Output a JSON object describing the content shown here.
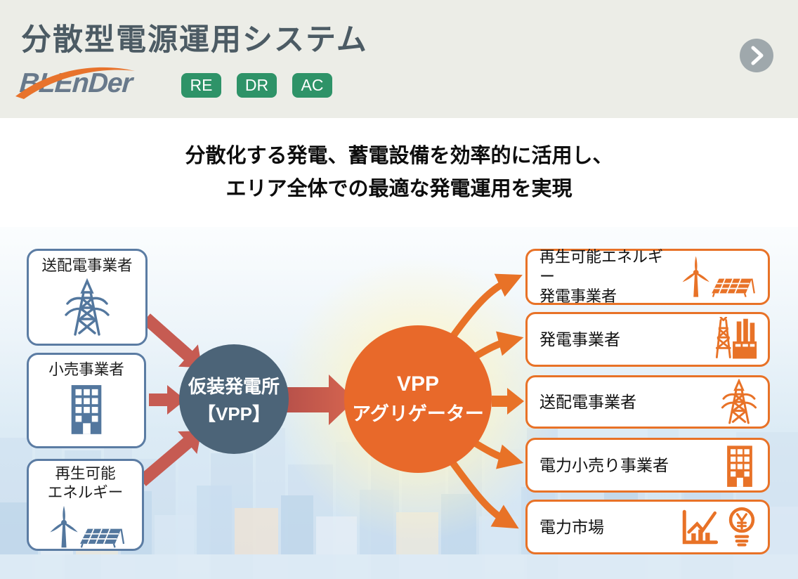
{
  "header": {
    "title": "分散型電源運用システム",
    "logo_text": "BLEnDer",
    "badges": [
      "RE",
      "DR",
      "AC"
    ],
    "colors": {
      "background": "#ECEDE7",
      "title": "#4C5B64",
      "badge_green": "#2E9368",
      "logo_gray": "#68798B",
      "logo_orange": "#E8732C"
    }
  },
  "intro": {
    "line1": "分散化する発電、蓄電設備を効率的に活用し、",
    "line2": "エリア全体での最適な発電運用を実現"
  },
  "diagram": {
    "sources": [
      {
        "label": "送配電事業者",
        "icon": "transmission-tower-icon"
      },
      {
        "label": "小売事業者",
        "icon": "office-building-icon"
      },
      {
        "label_line1": "再生可能",
        "label_line2": "エネルギー",
        "icon": "wind-turbine-solar-icon"
      }
    ],
    "vpp": {
      "line1": "仮装発電所",
      "line2": "【VPP】",
      "color": "#4C6478"
    },
    "aggregator": {
      "line1": "VPP",
      "line2": "アグリゲーター",
      "color": "#E8692A"
    },
    "destinations": [
      {
        "label_line1": "再生可能エネルギー",
        "label_line2": "発電事業者",
        "icon": "wind-turbine-solar-icon"
      },
      {
        "label": "発電事業者",
        "icon": "power-plant-icon"
      },
      {
        "label": "送配電事業者",
        "icon": "transmission-tower-icon"
      },
      {
        "label": "電力小売り事業者",
        "icon": "office-building-icon"
      },
      {
        "label": "電力市場",
        "icons": [
          "market-chart-icon",
          "yen-bulb-icon"
        ]
      }
    ],
    "colors": {
      "source_border": "#5B7CA3",
      "source_icon": "#53779E",
      "arrow_red": "#C65B52",
      "arrow_orange": "#E87227",
      "dest_border": "#E87227"
    }
  }
}
